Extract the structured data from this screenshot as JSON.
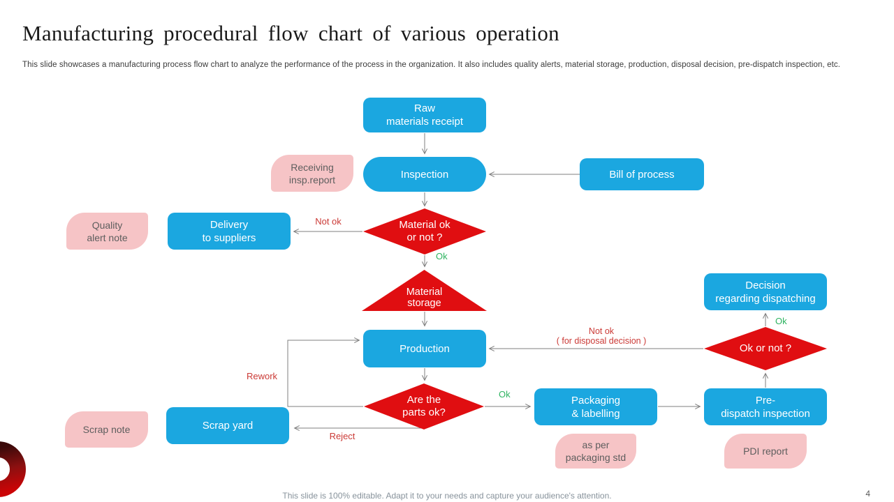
{
  "slide": {
    "title": "Manufacturing procedural flow chart of various operation",
    "description": "This slide showcases a manufacturing process flow chart to analyze the performance of the process in the organization. It also includes quality alerts, material storage, production, disposal decision, pre-dispatch inspection, etc.",
    "footer_note": "This slide is 100% editable. Adapt it to your needs and capture your audience's attention.",
    "page_number": "4"
  },
  "flowchart": {
    "process_nodes": {
      "raw_materials_receipt": "Raw\nmaterials receipt",
      "inspection": "Inspection",
      "bill_of_process": "Bill of process",
      "delivery_to_suppliers": "Delivery\nto suppliers",
      "production": "Production",
      "packaging_labelling": "Packaging\n& labelling",
      "pre_dispatch_inspection": "Pre-\ndispatch inspection",
      "decision_regarding_dispatching": "Decision\nregarding dispatching",
      "scrap_yard": "Scrap yard"
    },
    "decision_nodes": {
      "material_ok_or_not": "Material ok\nor not ?",
      "are_the_parts_ok": "Are the\nparts ok?",
      "ok_or_not": "Ok or not ?"
    },
    "storage_nodes": {
      "material_storage": "Material\nstorage"
    },
    "document_callouts": {
      "receiving_insp_report": "Receiving\ninsp.report",
      "quality_alert_note": "Quality\nalert note",
      "scrap_note": "Scrap note",
      "as_per_packaging_std": "as per\npackaging std",
      "pdi_report": "PDI report"
    },
    "edge_labels": {
      "not_ok": "Not ok",
      "ok_material": "Ok",
      "ok_parts": "Ok",
      "ok_dispatch": "Ok",
      "rework": "Rework",
      "reject": "Reject",
      "not_ok_disposal": "Not ok\n( for disposal decision )"
    }
  },
  "colors": {
    "process_blue": "#1BA7E0",
    "shape_red": "#E00E11",
    "callout_pink": "#F6C4C6",
    "label_red": "#CB3A36",
    "label_green": "#2EB360",
    "connector_gray": "#7F7F7F",
    "logo_dark_red": "#3B0A0A",
    "logo_bright_red": "#CB0406"
  }
}
